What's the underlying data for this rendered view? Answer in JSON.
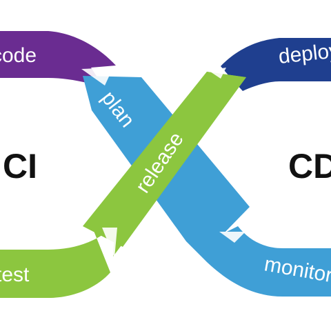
{
  "labels": {
    "code": "code",
    "plan": "plan",
    "release": "release",
    "deploy": "deploy",
    "test": "test",
    "monitor": "monitor",
    "ci": "CI",
    "cd": "CD"
  },
  "colors": {
    "purple": "#6a2c91",
    "navy": "#1f3f8f",
    "light_blue": "#3f9fd6",
    "green": "#8cc63f",
    "white": "#ffffff",
    "text_dark": "#111111"
  }
}
